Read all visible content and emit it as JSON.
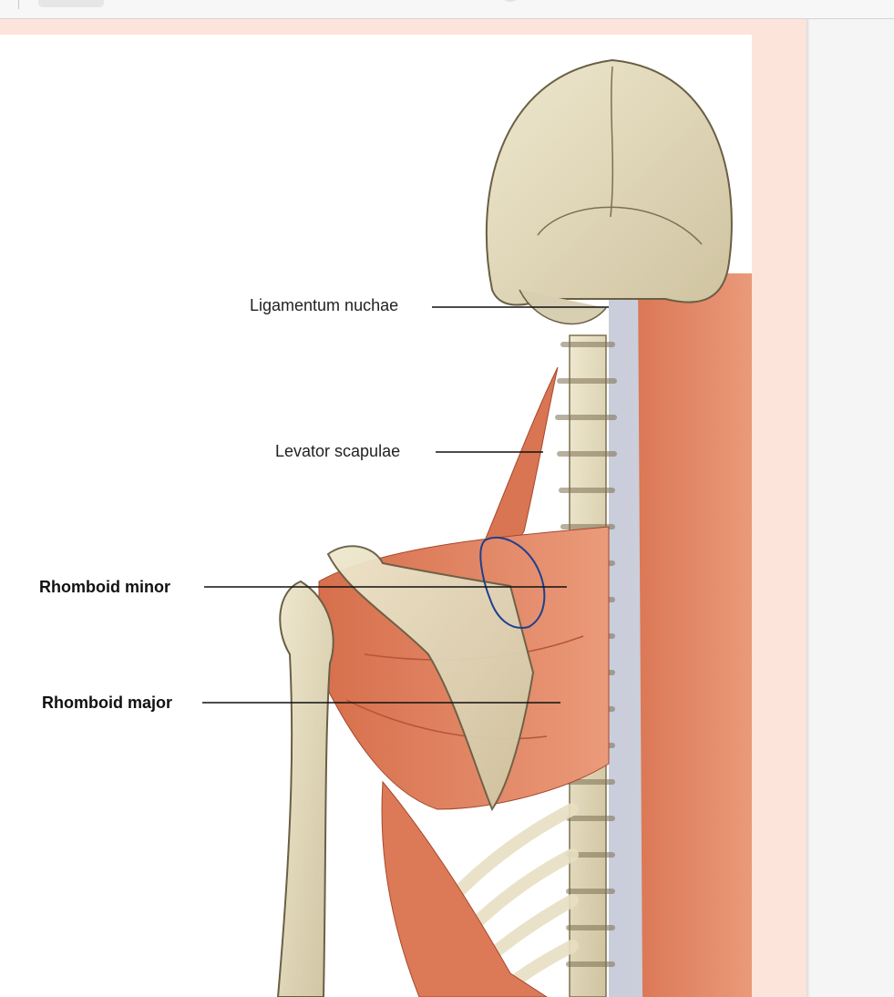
{
  "figure": {
    "labels": {
      "ligamentum_nuchae": "Ligamentum nuchae",
      "levator_scapulae": "Levator scapulae",
      "rhomboid_minor": "Rhomboid minor",
      "rhomboid_major": "Rhomboid major"
    },
    "colors": {
      "page_bg": "#fde4da",
      "muscle": "#e07f5c",
      "bone": "#e6dcc0",
      "tendon": "#c8d6ea",
      "annotation": "#1f3f8f"
    }
  }
}
